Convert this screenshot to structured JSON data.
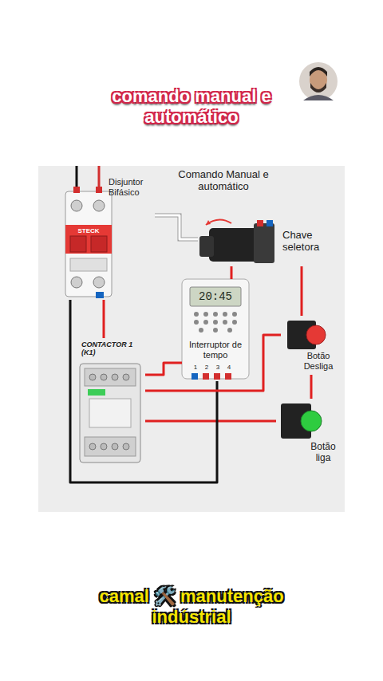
{
  "diagram": {
    "title": "comando manual e automático",
    "caption": "camal 🛠️ manutenção indústrial",
    "nodes": [
      {
        "text": [
          "Disjuntor Bifásico"
        ]
      },
      {
        "text": [
          "Chave seletora"
        ]
      },
      {
        "text": [
          "Interruptor de tempo"
        ]
      },
      {
        "text": [
          "Botão Desliga"
        ]
      },
      {
        "text": [
          "Botão liga"
        ]
      },
      {
        "text": [
          "CONTACTOR 1 (K1)"
        ]
      }
    ],
    "edges": [
      {
        "from": 0,
        "to": 1,
        "arrow": "none"
      },
      {
        "from": 1,
        "to": 3,
        "arrow": "none"
      },
      {
        "from": 1,
        "to": 2,
        "arrow": "none"
      },
      {
        "from": 3,
        "to": 4,
        "arrow": "none"
      },
      {
        "from": 4,
        "to": 5,
        "arrow": "none"
      },
      {
        "from": 2,
        "to": 5,
        "arrow": "none"
      },
      {
        "from": 0,
        "to": 2,
        "arrow": "none"
      },
      {
        "from": 0,
        "to": 5,
        "arrow": "none"
      },
      {
        "from": 3,
        "to": 5,
        "arrow": "none"
      }
    ],
    "labels": [
      "Comando Manual e automático",
      "STECK",
      "20:45",
      "1",
      "2",
      "3",
      "4"
    ]
  }
}
